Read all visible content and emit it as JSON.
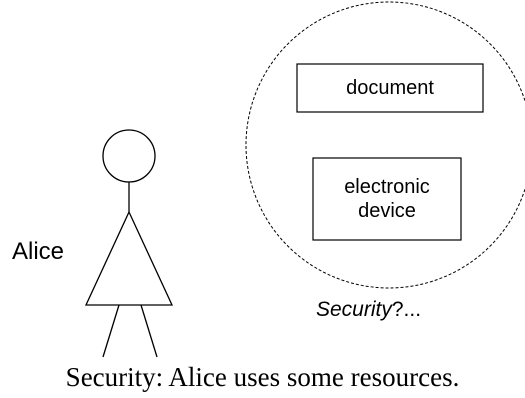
{
  "diagram": {
    "actor": {
      "name": "Alice"
    },
    "resources": [
      {
        "lines": [
          "document"
        ]
      },
      {
        "lines": [
          "electronic",
          "device"
        ]
      }
    ],
    "security_question": {
      "emphasis": "Security",
      "suffix": "?..."
    },
    "caption": "Security: Alice uses some resources."
  },
  "colors": {
    "stroke": "#000000",
    "background": "#ffffff"
  }
}
